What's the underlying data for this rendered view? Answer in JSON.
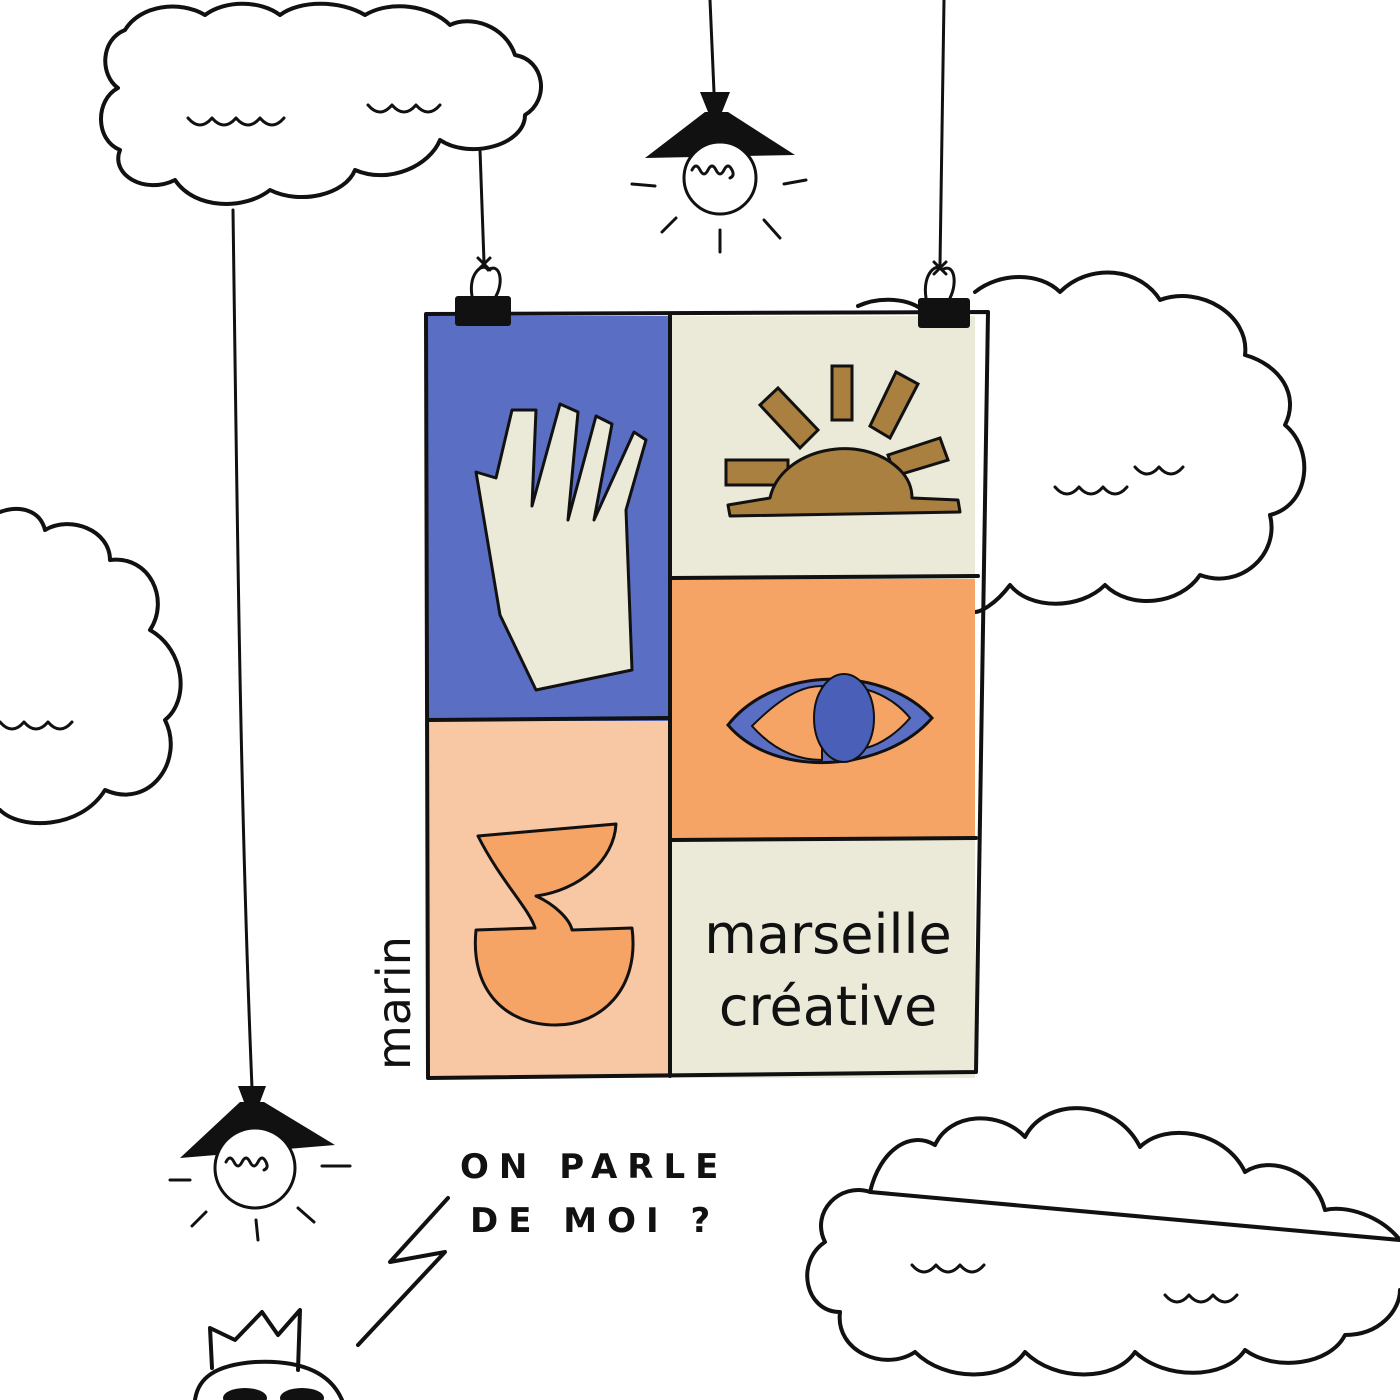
{
  "poster": {
    "line1": "marseille",
    "line2": "créative",
    "signature": "marin"
  },
  "speech": {
    "line1": "ON PARLE",
    "line2": "DE MOI ?"
  },
  "colors": {
    "blue": "#5a6fc4",
    "cream": "#ebe9d8",
    "orange": "#f6a366",
    "peach": "#f8c7a4",
    "sun": "#a9803f",
    "ink": "#111111"
  },
  "icons": [
    "hand-icon",
    "sun-icon",
    "eye-icon",
    "vase-icon",
    "lamp-icon",
    "cloud-icon",
    "crown-icon"
  ]
}
